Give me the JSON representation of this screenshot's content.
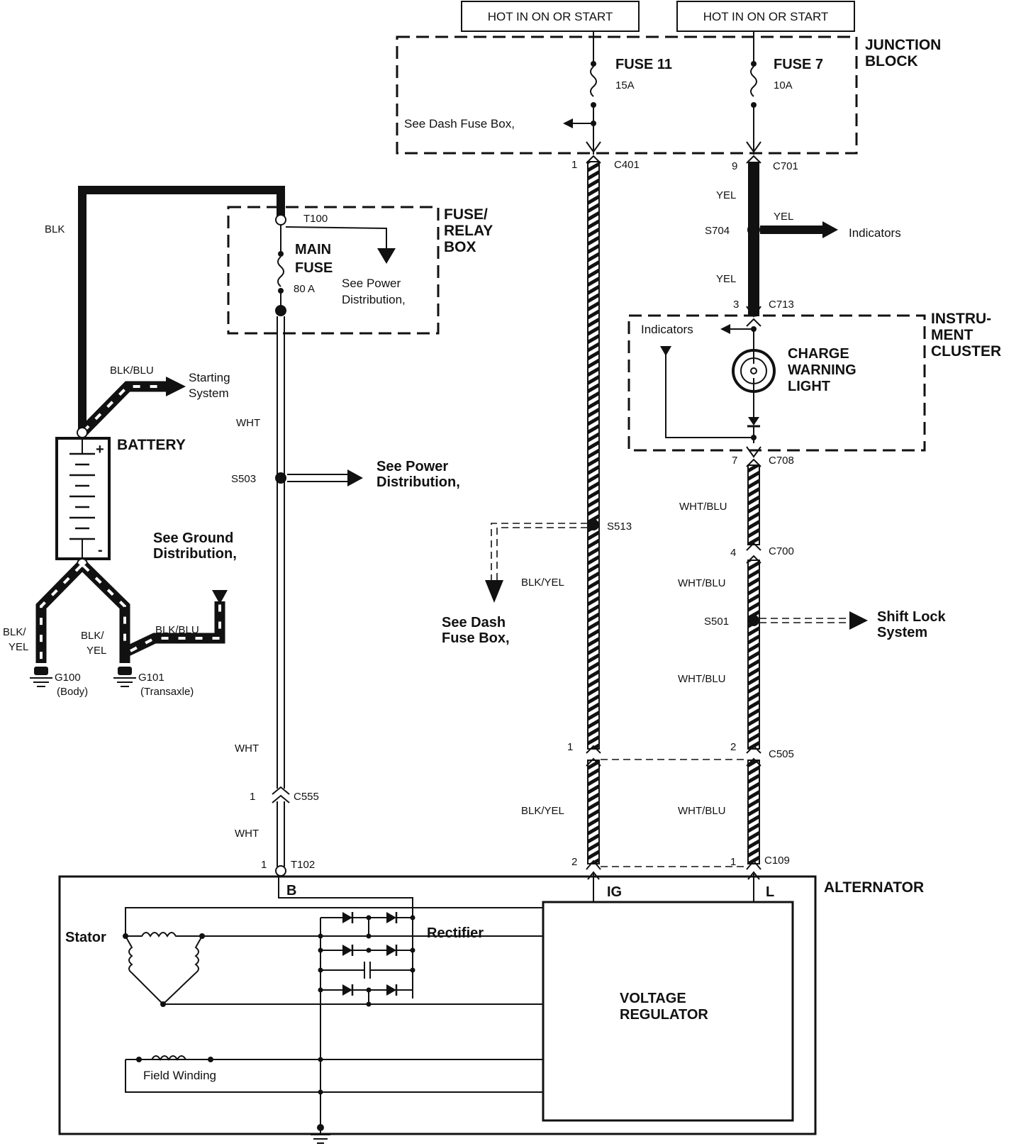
{
  "header": {
    "hot_left": "HOT IN ON OR START",
    "hot_right": "HOT IN ON OR START"
  },
  "junction_block": {
    "title_line1": "JUNCTION",
    "title_line2": "BLOCK",
    "fuse11_name": "FUSE 11",
    "fuse11_rating": "15A",
    "fuse7_name": "FUSE 7",
    "fuse7_rating": "10A",
    "see_dash": "See Dash Fuse Box,"
  },
  "connectors": {
    "c401": "C401",
    "c401_pin": "1",
    "c701": "C701",
    "c701_pin": "9",
    "c713": "C713",
    "c713_pin": "3",
    "c708": "C708",
    "c708_pin": "7",
    "c700": "C700",
    "c700_pin": "4",
    "c505": "C505",
    "c505_pin_left": "1",
    "c505_pin_right": "2",
    "c109": "C109",
    "c109_pin_left": "2",
    "c109_pin_right": "1",
    "c555": "C555",
    "c555_pin": "1",
    "t100": "T100",
    "t102": "T102",
    "t102_pin": "1"
  },
  "splices": {
    "s704": "S704",
    "s503": "S503",
    "s513": "S513",
    "s501": "S501"
  },
  "wires": {
    "blk": "BLK",
    "blk_blu_starting": "BLK/BLU",
    "blk_blu_ground": "BLK/BLU",
    "yel_top": "YEL",
    "yel_branch": "YEL",
    "yel_bottom": "YEL",
    "wht_1": "WHT",
    "wht_2": "WHT",
    "wht_3": "WHT",
    "blk_yel_1": "BLK/YEL",
    "blk_yel_2": "BLK/YEL",
    "wht_blu_1": "WHT/BLU",
    "wht_blu_2": "WHT/BLU",
    "wht_blu_3": "WHT/BLU",
    "wht_blu_4": "WHT/BLU",
    "g100_wire_l1": "BLK/",
    "g100_wire_l2": "YEL",
    "g101_wire_l1": "BLK/",
    "g101_wire_l2": "YEL"
  },
  "fuse_relay_box": {
    "title_line1": "FUSE/",
    "title_line2": "RELAY",
    "title_line3": "BOX",
    "main_fuse_line1": "MAIN",
    "main_fuse_line2": "FUSE",
    "main_fuse_rating": "80 A",
    "see_power_line1": "See Power",
    "see_power_line2": "Distribution,"
  },
  "labels": {
    "indicators_right": "Indicators",
    "indicators_cluster": "Indicators",
    "starting_line1": "Starting",
    "starting_line2": "System",
    "battery": "BATTERY",
    "battery_plus": "+",
    "battery_minus": "-",
    "see_ground_line1": "See Ground",
    "see_ground_line2": "Distribution,",
    "see_power2_line1": "See Power",
    "see_power2_line2": "Distribution,",
    "see_dash2_line1": "See Dash",
    "see_dash2_line2": "Fuse Box,",
    "shift_line1": "Shift Lock",
    "shift_line2": "System",
    "g100": "G100",
    "g100_sub": "(Body)",
    "g101": "G101",
    "g101_sub": "(Transaxle)"
  },
  "instrument_cluster": {
    "title_line1": "INSTRU-",
    "title_line2": "MENT",
    "title_line3": "CLUSTER",
    "charge_line1": "CHARGE",
    "charge_line2": "WARNING",
    "charge_line3": "LIGHT"
  },
  "alternator": {
    "title": "ALTERNATOR",
    "terminal_b": "B",
    "terminal_ig": "IG",
    "terminal_l": "L",
    "stator": "Stator",
    "rectifier": "Rectifier",
    "field_winding": "Field Winding",
    "regulator_line1": "VOLTAGE",
    "regulator_line2": "REGULATOR"
  }
}
